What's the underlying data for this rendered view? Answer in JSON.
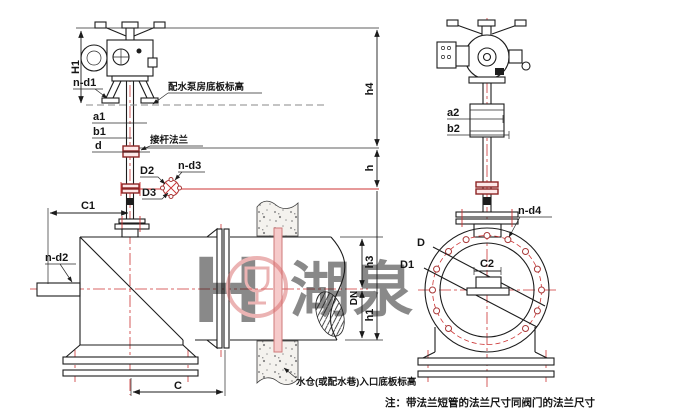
{
  "watermark": {
    "logo": "H",
    "brand": "湖泉"
  },
  "annotations": {
    "pump_room_floor": "配水泵房底板标高",
    "rod_flange": "接杆法兰",
    "sump_inlet_floor": "水仓(或配水巷)入口底板标高",
    "footnote": "注：带法兰短管的法兰尺寸同阀门的法兰尺寸"
  },
  "dimensions": {
    "H1": "H1",
    "n_d1": "n-d1",
    "a1": "a1",
    "b1": "b1",
    "d": "d",
    "D2": "D2",
    "n_d3": "n-d3",
    "D3": "D3",
    "C1": "C1",
    "n_d2": "n-d2",
    "C": "C",
    "h4": "h4",
    "h": "h",
    "h3": "h3",
    "DN": "DN",
    "h1": "h1",
    "a2": "a2",
    "b2": "b2",
    "n_d4": "n-d4",
    "D": "D",
    "D1": "D1",
    "C2": "C2"
  },
  "colors": {
    "line": "#1c1c1c",
    "centerline": "#cc3333",
    "flange_accent": "#8d2424",
    "collar_pink": "#e9a6a6",
    "watermark_blue": "#b5cbe6",
    "watermark_red": "#d86a6a",
    "background": "#ffffff"
  }
}
